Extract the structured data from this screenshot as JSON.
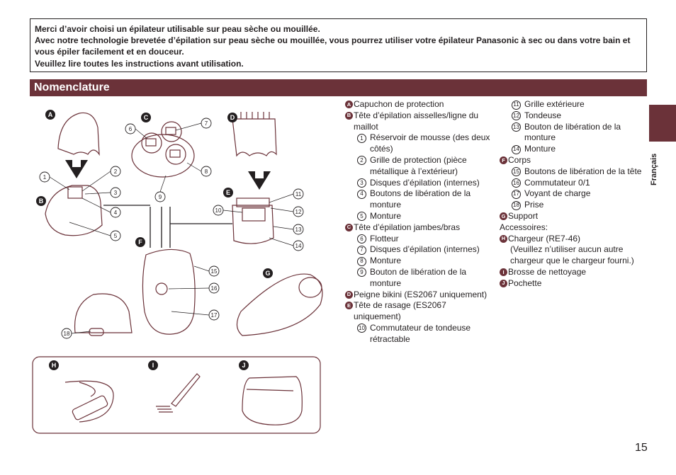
{
  "intro": {
    "line1": "Merci d’avoir choisi un épilateur utilisable sur peau sèche ou mouillée.",
    "line2": "Avec notre technologie brevetée d’épilation sur peau sèche ou mouillée, vous pourrez utiliser votre épilateur Panasonic à sec ou dans votre bain et vous épiler facilement et en douceur.",
    "line3": "Veuillez lire toutes les instructions avant utilisation."
  },
  "section_title": "Nomenclature",
  "side_tab_label": "Français",
  "page_number": "15",
  "figure": {
    "letters": [
      "A",
      "B",
      "C",
      "D",
      "E",
      "F",
      "G",
      "H",
      "I",
      "J"
    ],
    "numbers": [
      "1",
      "2",
      "3",
      "4",
      "5",
      "6",
      "7",
      "8",
      "9",
      "10",
      "11",
      "12",
      "13",
      "14",
      "15",
      "16",
      "17",
      "18"
    ]
  },
  "legend_col1": {
    "a": "Capuchon de protection",
    "b": "Tête d’épilation aisselles/ligne du maillot",
    "b1": "Réservoir de mousse (des deux côtés)",
    "b2": "Grille de protection (pièce métallique à l’extérieur)",
    "b3": "Disques d’épilation (internes)",
    "b4": "Boutons de libération de la monture",
    "b5": "Monture",
    "c": "Tête d’épilation jambes/bras",
    "c6": "Flotteur",
    "c7": "Disques d’épilation (internes)",
    "c8": "Monture",
    "c9": "Bouton de libération de la monture",
    "d": "Peigne bikini (ES2067 uniquement)",
    "e": "Tête de rasage (ES2067 uniquement)",
    "e10": "Commutateur de tondeuse rétractable"
  },
  "legend_col2": {
    "e11": "Grille extérieure",
    "e12": "Tondeuse",
    "e13": "Bouton de libération de la monture",
    "e14": "Monture",
    "f": "Corps",
    "f15": "Boutons de libération de la tête",
    "f16": "Commutateur 0/1",
    "f17": "Voyant de charge",
    "f18": "Prise",
    "g": "Support",
    "accessories": "Accessoires:",
    "h": "Chargeur (RE7-46)",
    "h_note": "(Veuillez n’utiliser aucun autre chargeur que le chargeur fourni.)",
    "i": "Brosse de nettoyage",
    "j": "Pochette"
  },
  "colors": {
    "accent": "#6b3239",
    "line": "#6b3239",
    "text": "#231f20"
  }
}
